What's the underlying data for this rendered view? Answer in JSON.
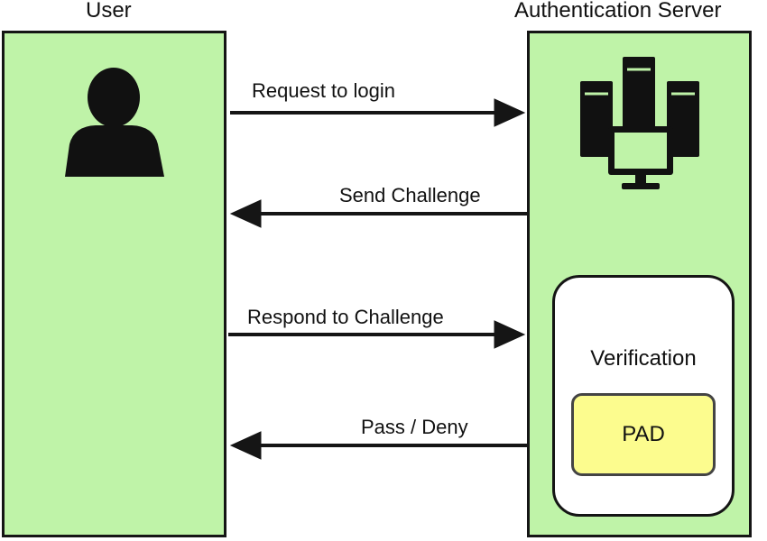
{
  "lanes": {
    "user": {
      "title": "User"
    },
    "server": {
      "title": "Authentication Server"
    }
  },
  "messages": [
    {
      "label": "Request to login",
      "direction": "user-to-server"
    },
    {
      "label": "Send Challenge",
      "direction": "server-to-user"
    },
    {
      "label": "Respond to Challenge",
      "direction": "user-to-server"
    },
    {
      "label": "Pass / Deny",
      "direction": "server-to-user"
    }
  ],
  "verification": {
    "title": "Verification",
    "module": "PAD"
  },
  "icons": {
    "user": "user-silhouette-icon",
    "server": "server-rack-icon"
  },
  "colors": {
    "lane_fill": "#bff3a8",
    "pad_fill": "#fcfc8e",
    "stroke": "#151515"
  }
}
